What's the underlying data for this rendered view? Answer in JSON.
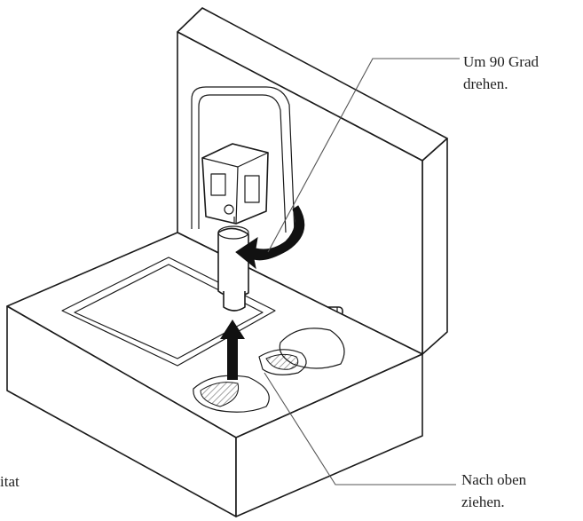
{
  "callouts": {
    "rotate": {
      "line1": "Um 90 Grad",
      "line2": "drehen."
    },
    "pull": {
      "line1": "Nach oben",
      "line2": "ziehen."
    },
    "cutoff_left": "itat"
  },
  "colors": {
    "line": "#1a1a1a",
    "hatch": "#8a8a8a",
    "arrow": "#111111"
  },
  "icons": {
    "rotate_arrow": "curved-arrow-icon",
    "pull_arrow": "up-arrow-icon"
  }
}
